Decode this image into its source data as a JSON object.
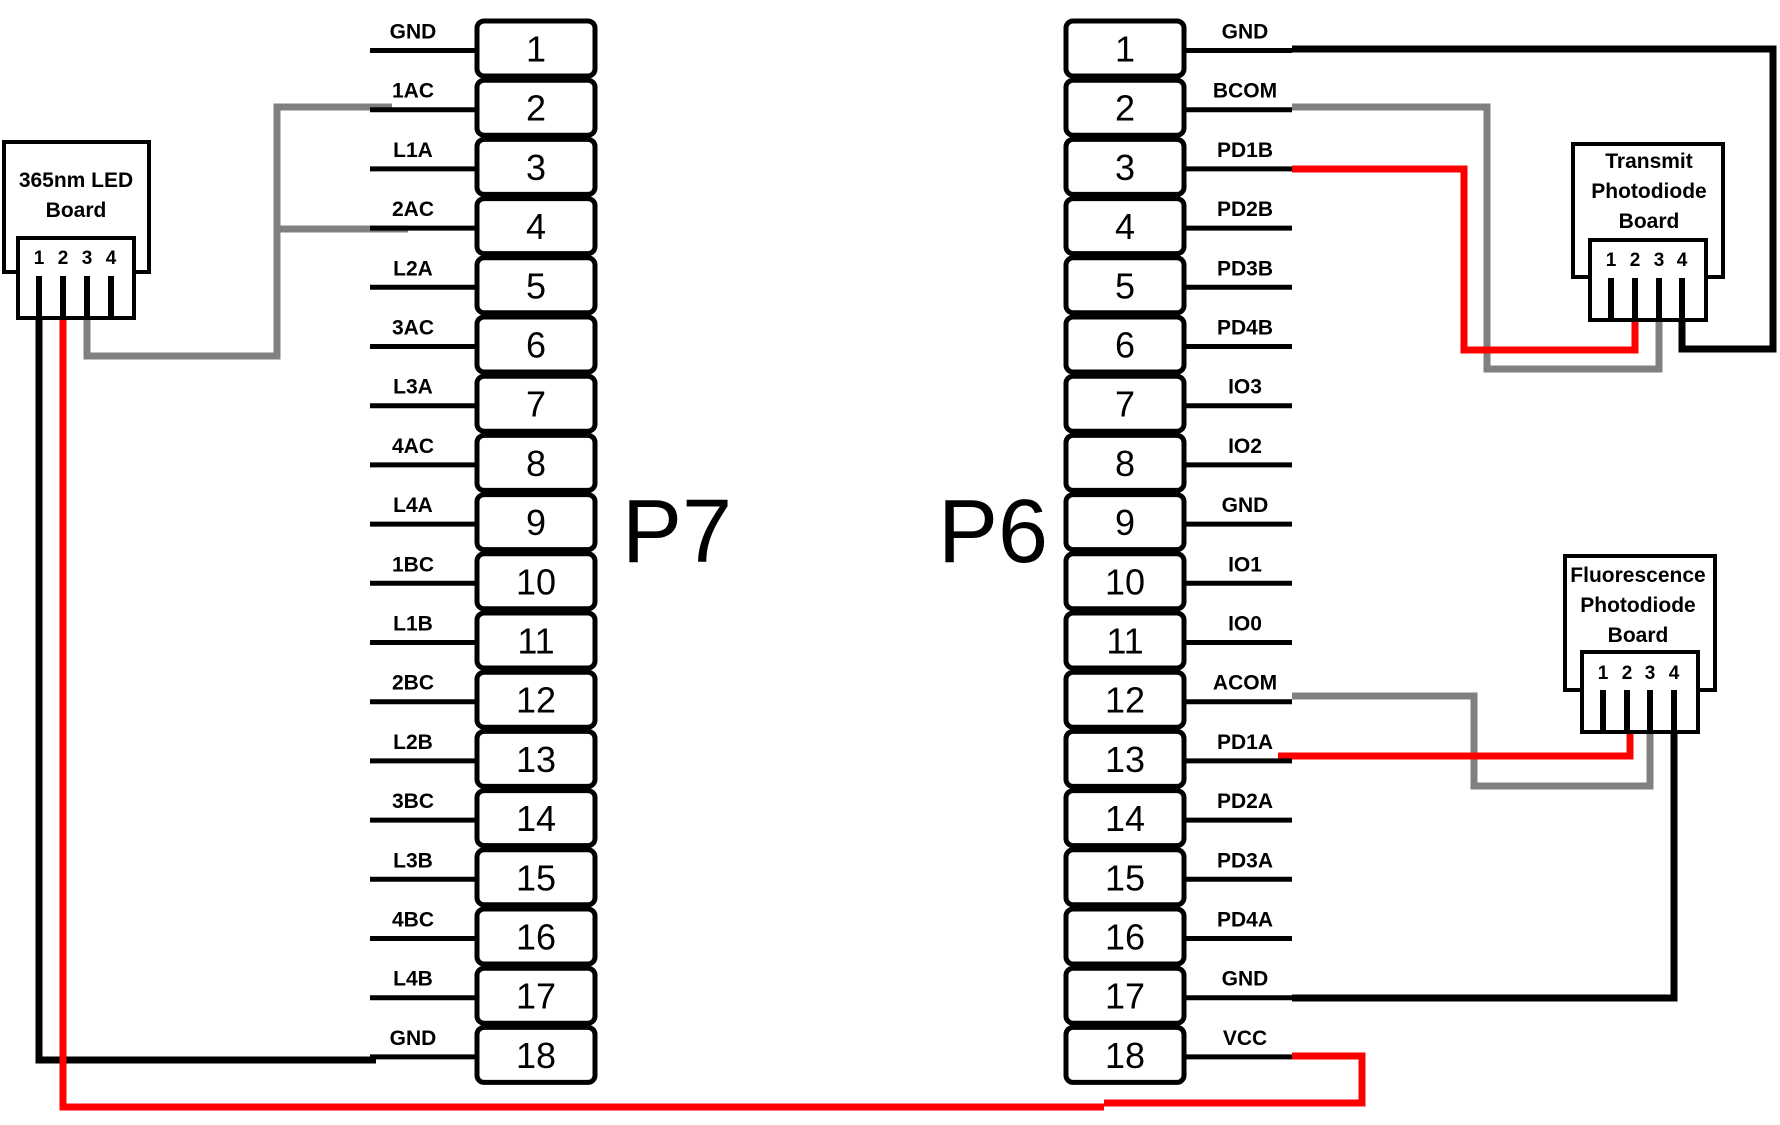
{
  "headers": {
    "p7": {
      "label": "P7",
      "pins": [
        {
          "num": "1",
          "signal": "GND"
        },
        {
          "num": "2",
          "signal": "1AC"
        },
        {
          "num": "3",
          "signal": "L1A"
        },
        {
          "num": "4",
          "signal": "2AC"
        },
        {
          "num": "5",
          "signal": "L2A"
        },
        {
          "num": "6",
          "signal": "3AC"
        },
        {
          "num": "7",
          "signal": "L3A"
        },
        {
          "num": "8",
          "signal": "4AC"
        },
        {
          "num": "9",
          "signal": "L4A"
        },
        {
          "num": "10",
          "signal": "1BC"
        },
        {
          "num": "11",
          "signal": "L1B"
        },
        {
          "num": "12",
          "signal": "2BC"
        },
        {
          "num": "13",
          "signal": "L2B"
        },
        {
          "num": "14",
          "signal": "3BC"
        },
        {
          "num": "15",
          "signal": "L3B"
        },
        {
          "num": "16",
          "signal": "4BC"
        },
        {
          "num": "17",
          "signal": "L4B"
        },
        {
          "num": "18",
          "signal": "GND"
        }
      ]
    },
    "p6": {
      "label": "P6",
      "pins": [
        {
          "num": "1",
          "signal": "GND"
        },
        {
          "num": "2",
          "signal": "BCOM"
        },
        {
          "num": "3",
          "signal": "PD1B"
        },
        {
          "num": "4",
          "signal": "PD2B"
        },
        {
          "num": "5",
          "signal": "PD3B"
        },
        {
          "num": "6",
          "signal": "PD4B"
        },
        {
          "num": "7",
          "signal": "IO3"
        },
        {
          "num": "8",
          "signal": "IO2"
        },
        {
          "num": "9",
          "signal": "GND"
        },
        {
          "num": "10",
          "signal": "IO1"
        },
        {
          "num": "11",
          "signal": "IO0"
        },
        {
          "num": "12",
          "signal": "ACOM"
        },
        {
          "num": "13",
          "signal": "PD1A"
        },
        {
          "num": "14",
          "signal": "PD2A"
        },
        {
          "num": "15",
          "signal": "PD3A"
        },
        {
          "num": "16",
          "signal": "PD4A"
        },
        {
          "num": "17",
          "signal": "GND"
        },
        {
          "num": "18",
          "signal": "VCC"
        }
      ]
    }
  },
  "boards": {
    "led": {
      "title_lines": [
        "365nm LED",
        "Board"
      ],
      "connector_pins": [
        "1",
        "2",
        "3",
        "4"
      ]
    },
    "transmit": {
      "title_lines": [
        "Transmit",
        "Photodiode",
        "Board"
      ],
      "connector_pins": [
        "1",
        "2",
        "3",
        "4"
      ]
    },
    "fluorescence": {
      "title_lines": [
        "Fluorescence",
        "Photodiode",
        "Board"
      ],
      "connector_pins": [
        "1",
        "2",
        "3",
        "4"
      ]
    }
  },
  "wire_colors": {
    "ground": "#000000",
    "power": "#ff0000",
    "common": "#808080",
    "signal": "#ff0000"
  }
}
